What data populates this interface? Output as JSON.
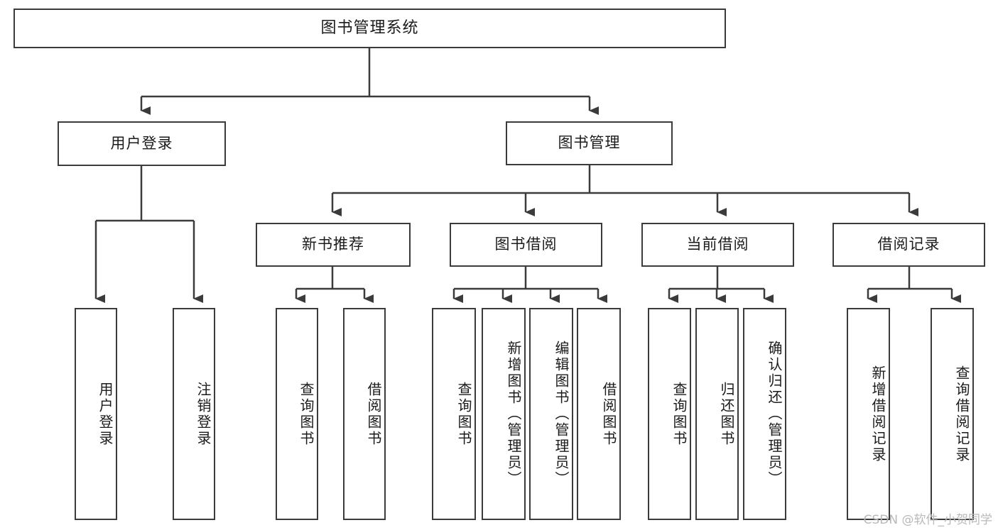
{
  "diagram": {
    "title": "图书管理系统",
    "type": "tree-hierarchy-diagram",
    "root": {
      "id": "root",
      "label": "图书管理系统"
    },
    "level1": [
      {
        "id": "user-login",
        "label": "用户登录"
      },
      {
        "id": "book-management",
        "label": "图书管理"
      }
    ],
    "level2": [
      {
        "id": "new-book-recommend",
        "label": "新书推荐",
        "parent": "book-management"
      },
      {
        "id": "book-borrow",
        "label": "图书借阅",
        "parent": "book-management"
      },
      {
        "id": "current-borrow",
        "label": "当前借阅",
        "parent": "book-management"
      },
      {
        "id": "borrow-record",
        "label": "借阅记录",
        "parent": "book-management"
      }
    ],
    "leaves": {
      "user_login": [
        {
          "id": "leaf-user-login",
          "label": "用户登录"
        },
        {
          "id": "leaf-user-logout",
          "label": "注销登录"
        }
      ],
      "new_book_recommend": [
        {
          "id": "leaf-query-book-1",
          "label": "查询图书"
        },
        {
          "id": "leaf-borrow-book-1",
          "label": "借阅图书"
        }
      ],
      "book_borrow": [
        {
          "id": "leaf-query-book-2",
          "label": "查询图书"
        },
        {
          "id": "leaf-add-book",
          "label": "新增图书（管理员）"
        },
        {
          "id": "leaf-edit-book",
          "label": "编辑图书（管理员）"
        },
        {
          "id": "leaf-borrow-book-2",
          "label": "借阅图书"
        }
      ],
      "current_borrow": [
        {
          "id": "leaf-query-book-3",
          "label": "查询图书"
        },
        {
          "id": "leaf-return-book",
          "label": "归还图书"
        },
        {
          "id": "leaf-confirm-return",
          "label": "确认归还（管理员）"
        }
      ],
      "borrow_record": [
        {
          "id": "leaf-add-borrow-record",
          "label": "新增借阅记录"
        },
        {
          "id": "leaf-query-borrow-record",
          "label": "查询借阅记录"
        }
      ]
    },
    "colors": {
      "stroke": "#3b3b3b",
      "fill": "#ffffff",
      "text": "#1b1b1b",
      "watermark": "#b9b9b9"
    }
  },
  "watermark": {
    "text": "CSDN @软件_小贺同学"
  }
}
